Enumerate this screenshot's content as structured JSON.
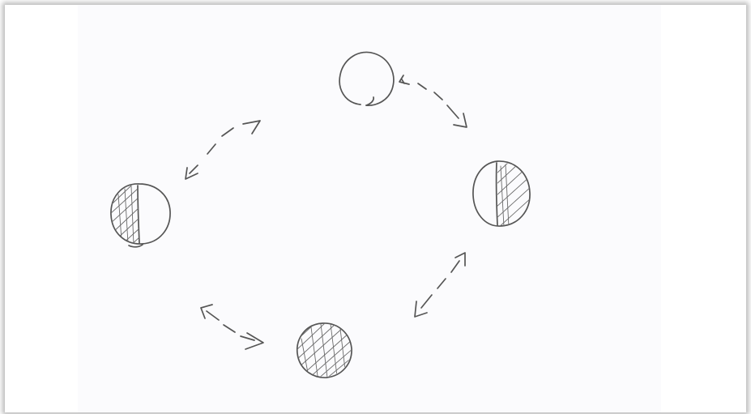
{
  "diagram": {
    "nodes": [
      {
        "id": "full-moon",
        "phase": "full",
        "shading": "none"
      },
      {
        "id": "first-quarter",
        "phase": "half",
        "shading": "right"
      },
      {
        "id": "new-moon",
        "phase": "new",
        "shading": "full"
      },
      {
        "id": "third-quarter",
        "phase": "half",
        "shading": "left"
      }
    ],
    "edges": [
      {
        "from": "full-moon",
        "to": "first-quarter",
        "arrows": "both"
      },
      {
        "from": "first-quarter",
        "to": "new-moon",
        "arrows": "both"
      },
      {
        "from": "new-moon",
        "to": "third-quarter",
        "arrows": "both"
      },
      {
        "from": "third-quarter",
        "to": "full-moon",
        "arrows": "both"
      }
    ],
    "colors": {
      "pencil": "#555555",
      "paper": "#ffffff",
      "shadow": "#000000"
    }
  }
}
